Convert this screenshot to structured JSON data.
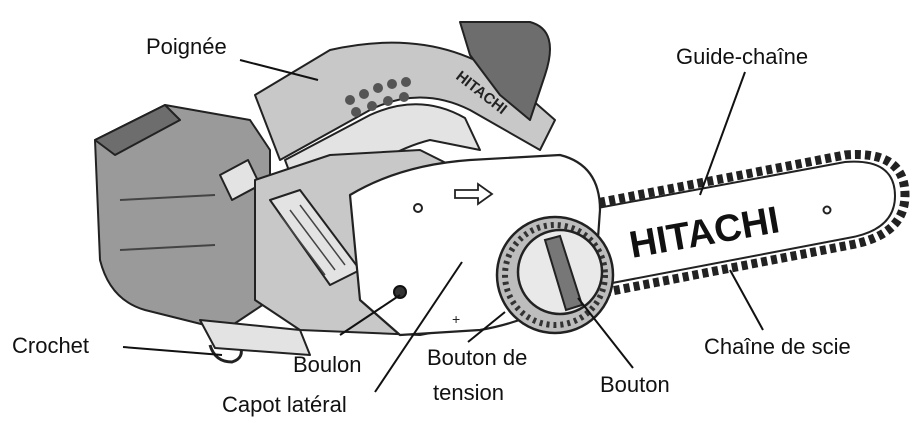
{
  "labels": {
    "poignee": "Poignée",
    "guide_chaine": "Guide-chaîne",
    "crochet": "Crochet",
    "chaine_de_scie": "Chaîne de scie",
    "boulon": "Boulon",
    "bouton_de_tension_line1": "Bouton de",
    "bouton_de_tension_line2": "tension",
    "bouton": "Bouton",
    "capot_lateral": "Capot latéral"
  },
  "brand": {
    "bar_text": "HITACHI",
    "handle_text": "HITACHI"
  },
  "colors": {
    "line": "#111111",
    "battery": "#9a9a9a",
    "body_shade": "#c8c8c8"
  }
}
